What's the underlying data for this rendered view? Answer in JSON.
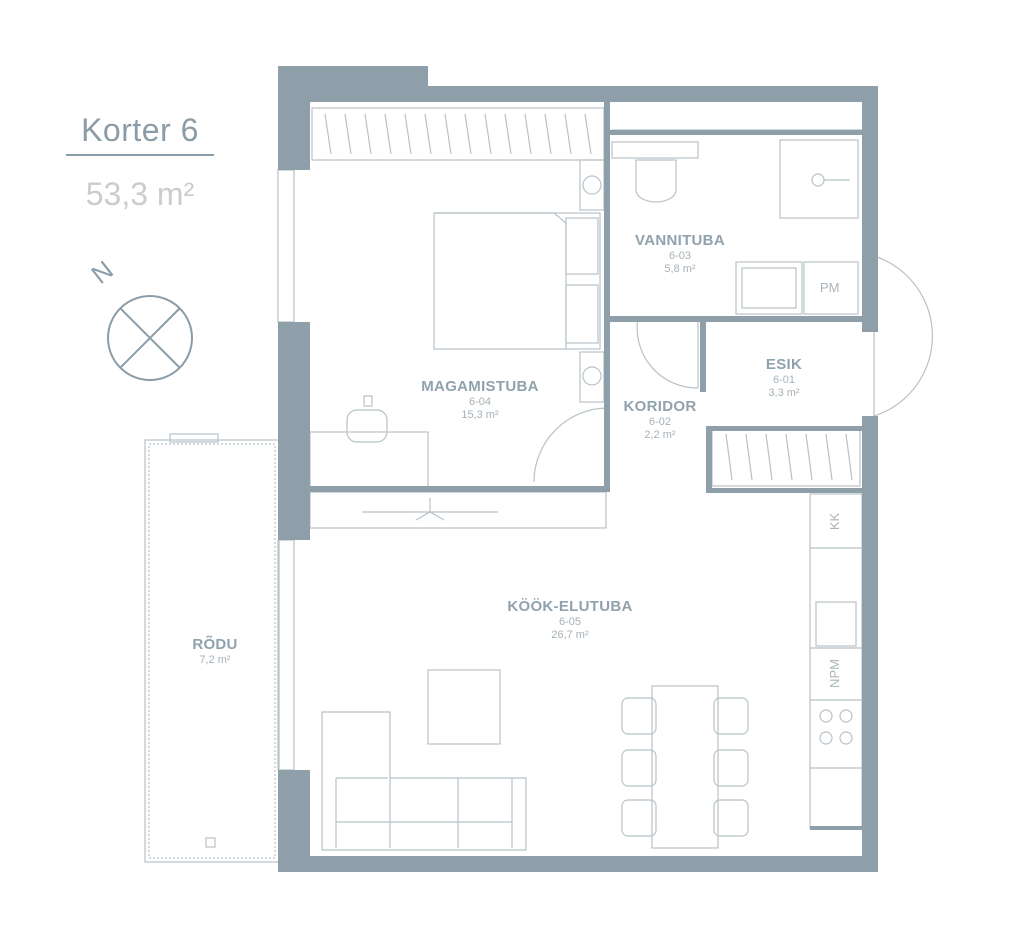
{
  "apartment": {
    "title": "Korter 6",
    "area": "53,3 m²"
  },
  "compass": {
    "north_label": "N"
  },
  "rooms": [
    {
      "name": "MAGAMISTUBA",
      "code": "6-04",
      "area": "15,3 m²"
    },
    {
      "name": "VANNITUBA",
      "code": "6-03",
      "area": "5,8 m²"
    },
    {
      "name": "ESIK",
      "code": "6-01",
      "area": "3,3 m²"
    },
    {
      "name": "KORIDOR",
      "code": "6-02",
      "area": "2,2 m²"
    },
    {
      "name": "KÖÖK-ELUTUBA",
      "code": "6-05",
      "area": "26,7 m²"
    },
    {
      "name": "RÕDU",
      "area": "7,2 m²"
    }
  ],
  "appliance_labels": {
    "pm": "PM",
    "kk": "KK",
    "npm": "NPM"
  },
  "colors": {
    "wall": "#8e9fa9",
    "line": "#b7c2c8",
    "text": "#8fa2ad"
  }
}
